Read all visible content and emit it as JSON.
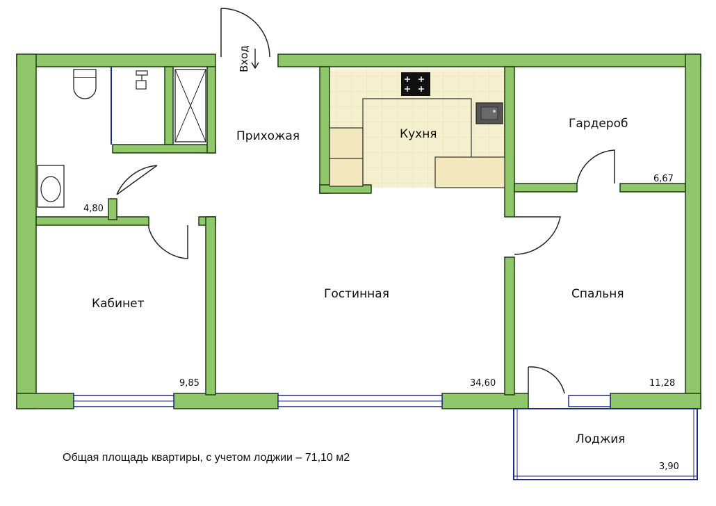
{
  "rooms": {
    "entrance_label": "Вход",
    "hallway": "Прихожая",
    "kitchen": "Кухня",
    "wardrobe": "Гардероб",
    "wardrobe_area": "6,67",
    "bathroom_area": "4,80",
    "study": "Кабинет",
    "study_area": "9,85",
    "living": "Гостинная",
    "living_area": "34,60",
    "bedroom": "Спальня",
    "bedroom_area": "11,28",
    "loggia": "Лоджия",
    "loggia_area": "3,90"
  },
  "total_area_text": "Общая площадь квартиры, с учетом лоджии – 71,10 м2",
  "colors": {
    "wall": "#8fc76a",
    "wall_outline": "#1f3a14",
    "kitchen_floor": "#f6f0cf",
    "window_frame": "#1e2a8a"
  }
}
